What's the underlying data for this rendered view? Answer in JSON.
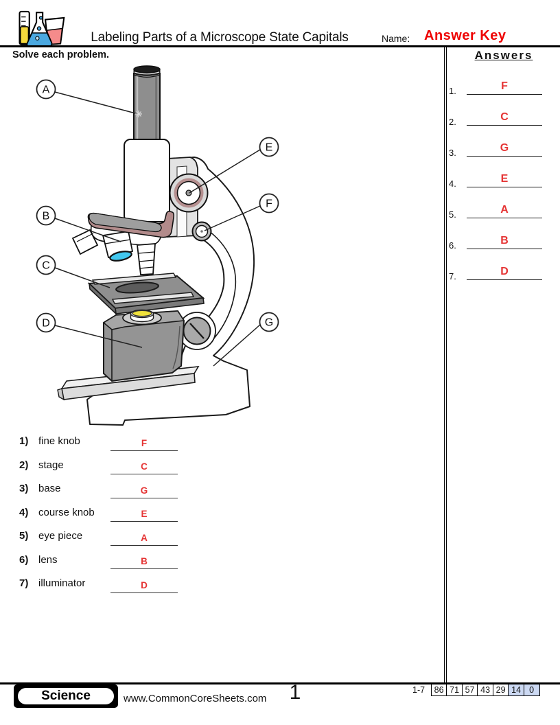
{
  "header": {
    "title": "Labeling Parts of a Microscope State Capitals",
    "name_label": "Name:",
    "answer_key_label": "Answer Key"
  },
  "instructions": "Solve each problem.",
  "answers_panel": {
    "title": "Answers",
    "items": [
      {
        "number": "1.",
        "answer": "F"
      },
      {
        "number": "2.",
        "answer": "C"
      },
      {
        "number": "3.",
        "answer": "G"
      },
      {
        "number": "4.",
        "answer": "E"
      },
      {
        "number": "5.",
        "answer": "A"
      },
      {
        "number": "6.",
        "answer": "B"
      },
      {
        "number": "7.",
        "answer": "D"
      }
    ]
  },
  "diagram": {
    "description": "monocular microscope line drawing with labeled parts",
    "labels": [
      "A",
      "B",
      "C",
      "D",
      "E",
      "F",
      "G"
    ]
  },
  "questions": [
    {
      "number": "1)",
      "label": "fine knob",
      "answer": "F"
    },
    {
      "number": "2)",
      "label": "stage",
      "answer": "C"
    },
    {
      "number": "3)",
      "label": "base",
      "answer": "G"
    },
    {
      "number": "4)",
      "label": "course knob",
      "answer": "E"
    },
    {
      "number": "5)",
      "label": "eye piece",
      "answer": "A"
    },
    {
      "number": "6)",
      "label": "lens",
      "answer": "B"
    },
    {
      "number": "7)",
      "label": "illuminator",
      "answer": "D"
    }
  ],
  "footer": {
    "subject": "Science",
    "website": "www.CommonCoreSheets.com",
    "page_number": "1",
    "score_table": {
      "range_label": "1-7",
      "cells": [
        "86",
        "71",
        "57",
        "43",
        "29",
        "14",
        "0"
      ]
    }
  },
  "colors": {
    "answer_key_red": "#ee0000",
    "answer_letter_red": "#e53535",
    "score_highlight_blue": "#ccd9f3",
    "lens_cyan": "#42c8f0",
    "lamp_yellow": "#efe13c",
    "microscope_mauve": "#b28b8b"
  }
}
